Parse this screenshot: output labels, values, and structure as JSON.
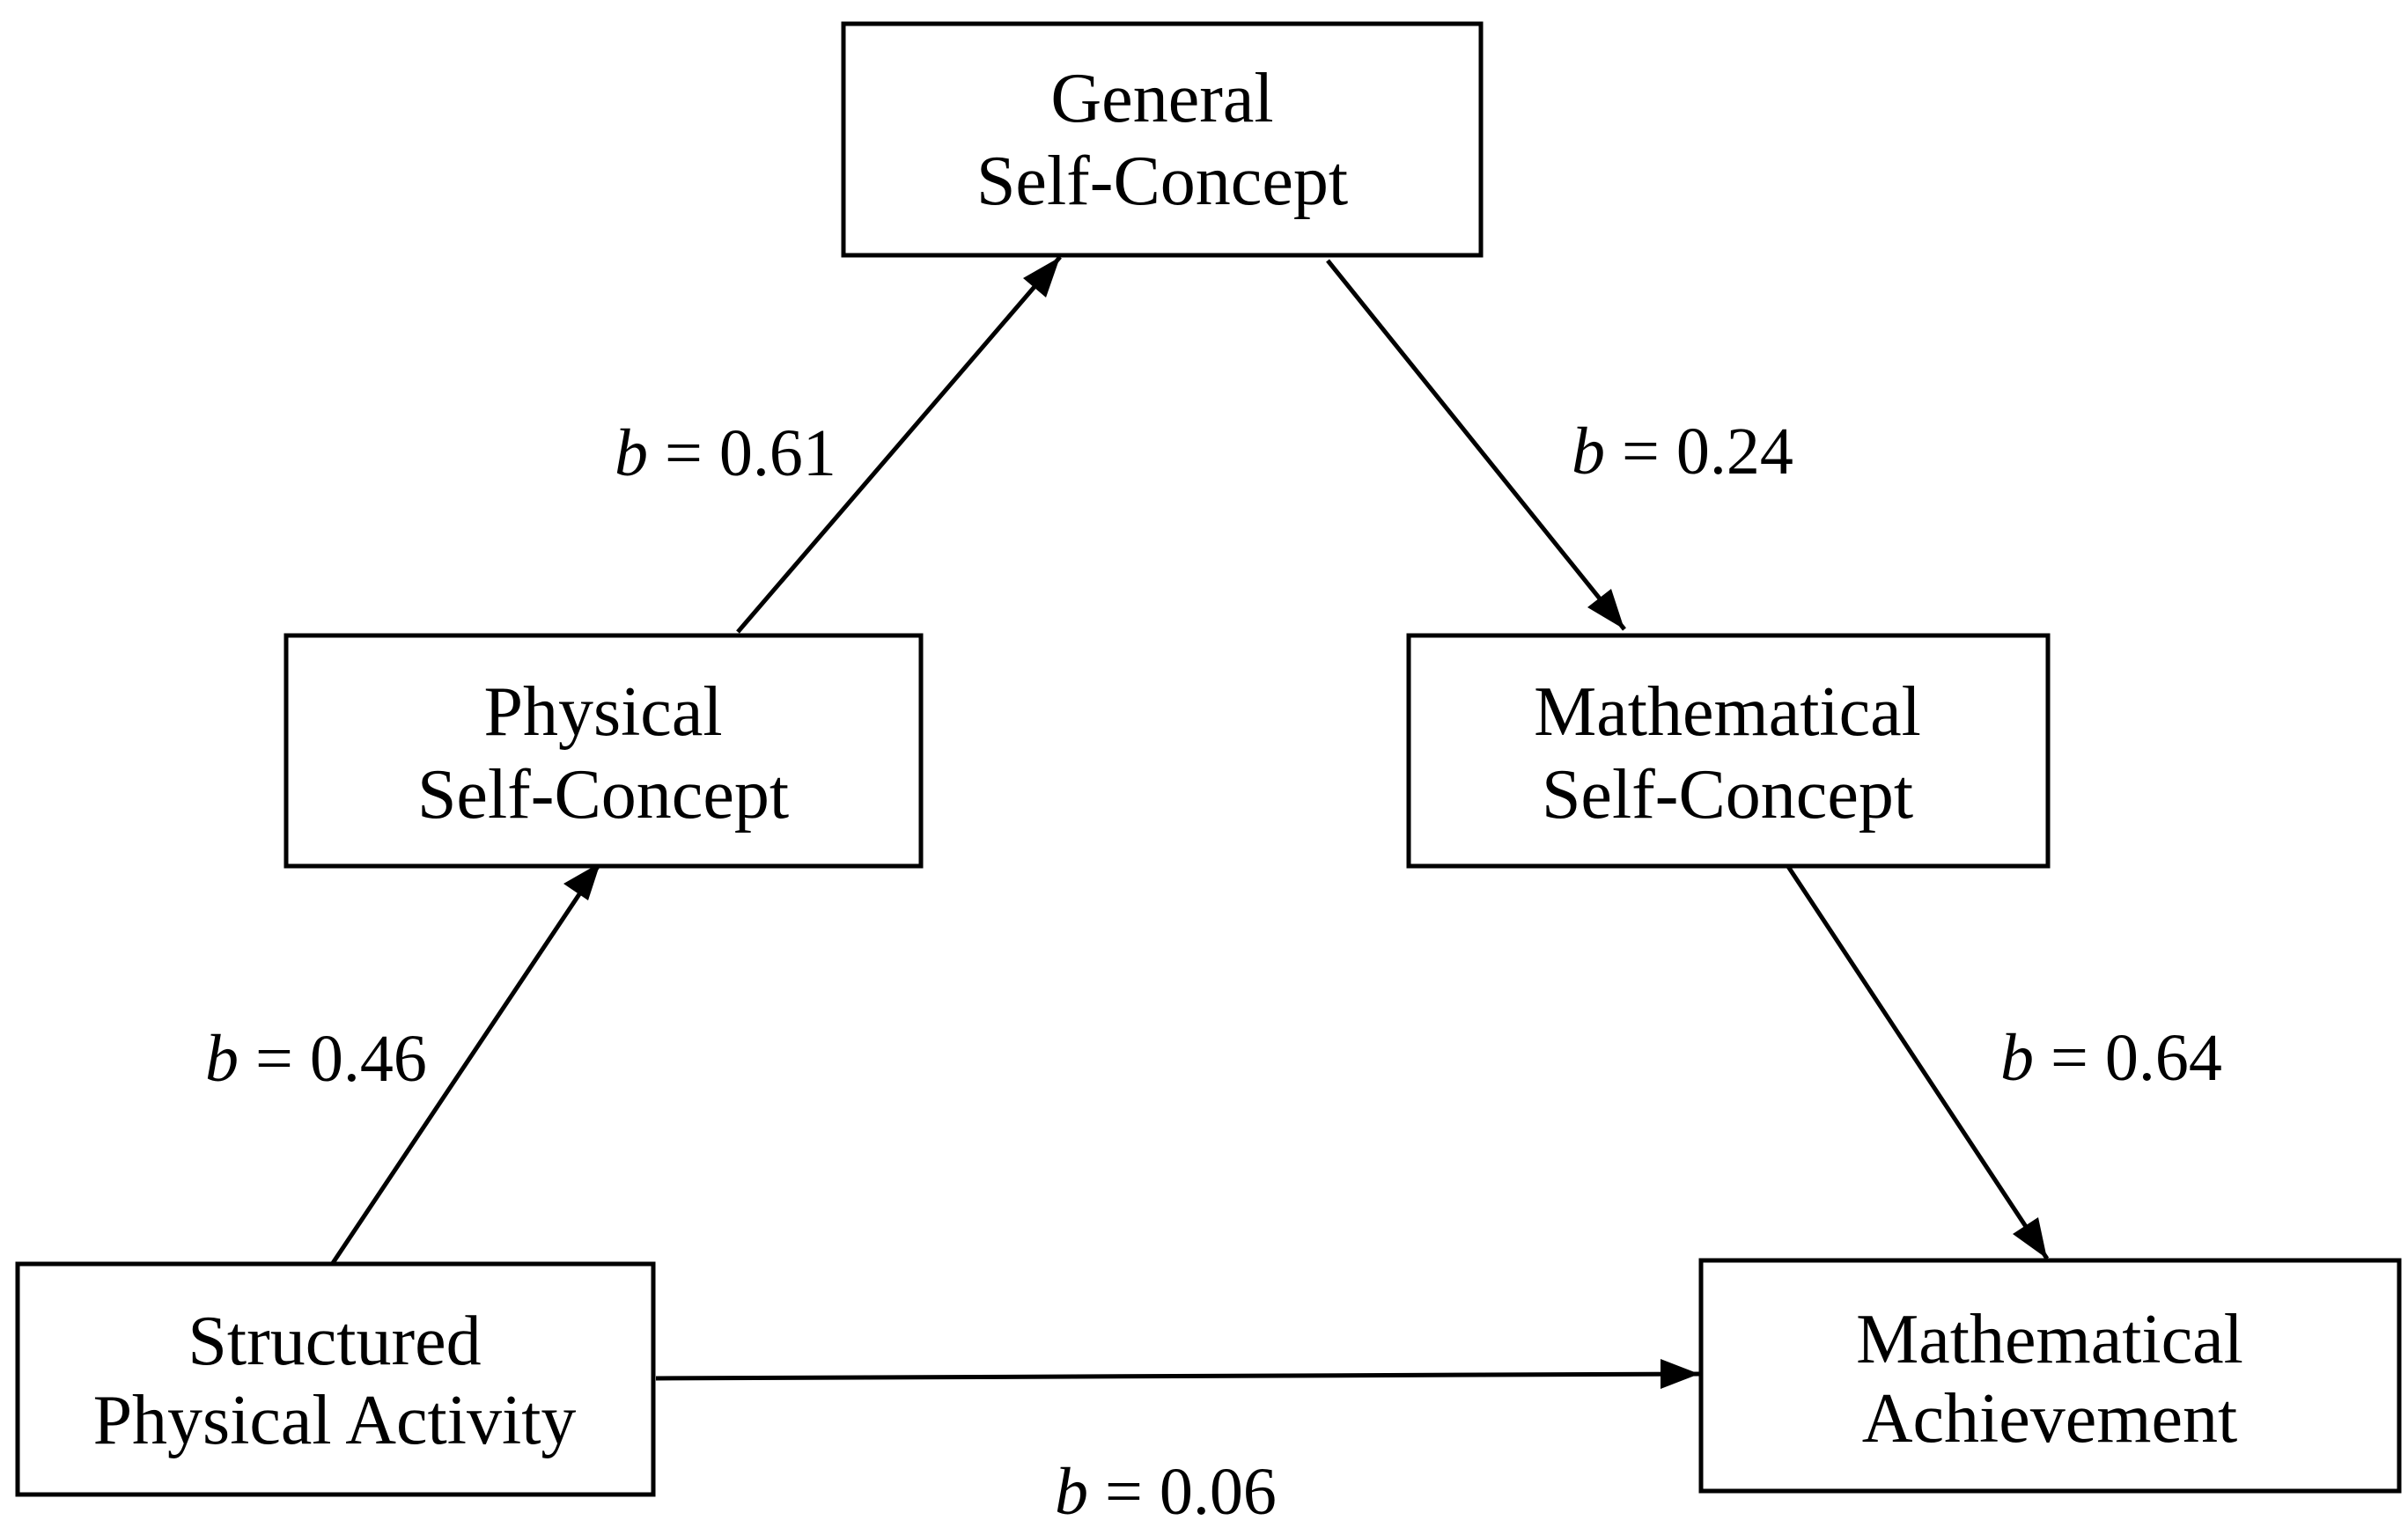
{
  "nodes": {
    "general_self_concept": {
      "line1": "General",
      "line2": "Self-Concept"
    },
    "physical_self_concept": {
      "line1": "Physical",
      "line2": "Self-Concept"
    },
    "mathematical_self_concept": {
      "line1": "Mathematical",
      "line2": "Self-Concept"
    },
    "structured_physical_activity": {
      "line1": "Structured",
      "line2": "Physical Activity"
    },
    "mathematical_achievement": {
      "line1": "Mathematical",
      "line2": "Achievement"
    }
  },
  "edges": {
    "activity_to_physical": {
      "symbol": "b",
      "value": "= 0.46"
    },
    "physical_to_general": {
      "symbol": "b",
      "value": "= 0.61"
    },
    "general_to_math_self": {
      "symbol": "b",
      "value": "= 0.24"
    },
    "math_self_to_achievement": {
      "symbol": "b",
      "value": "= 0.64"
    },
    "activity_to_achievement": {
      "symbol": "b",
      "value": "= 0.06"
    }
  }
}
